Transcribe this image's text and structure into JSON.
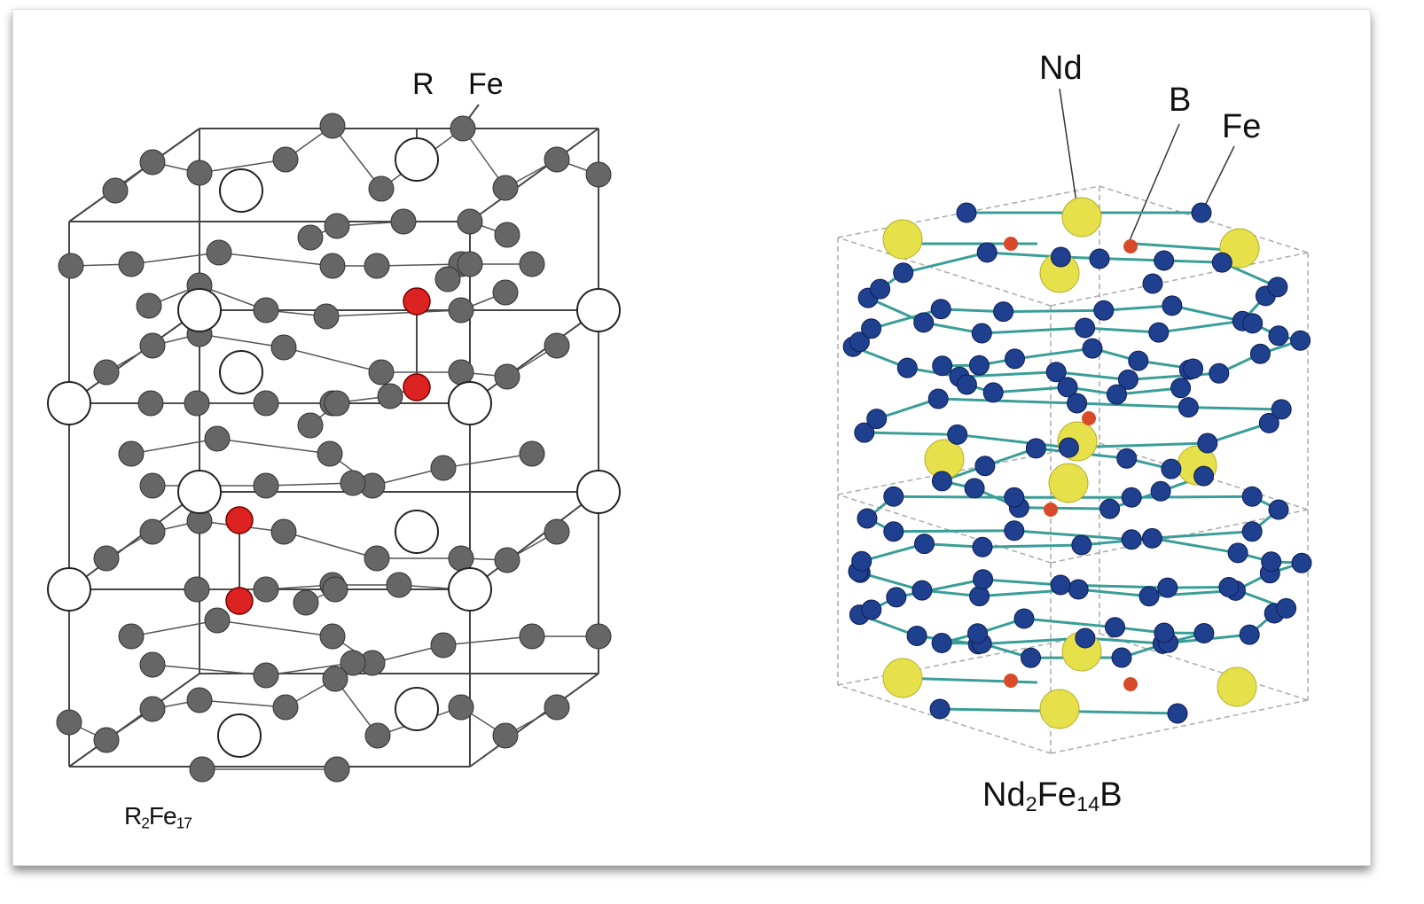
{
  "left_structure": {
    "labels": {
      "r": "R",
      "fe": "Fe"
    },
    "formula": {
      "a": "R",
      "a_sub": "2",
      "b": "Fe",
      "b_sub": "17"
    },
    "colors": {
      "r_atom": "#ffffff",
      "fe_atom": "#666666",
      "dumbbell_fe": "#dd2222",
      "frame": "#444444"
    }
  },
  "right_structure": {
    "labels": {
      "nd": "Nd",
      "b": "B",
      "fe": "Fe"
    },
    "formula": {
      "a": "Nd",
      "a_sub": "2",
      "b": "Fe",
      "b_sub": "14",
      "c": "B"
    },
    "colors": {
      "nd_atom": "#e6e04a",
      "fe_atom": "#1f3f8f",
      "b_atom": "#d84a2a",
      "bond": "#3a9e98",
      "frame": "#aaaaaa"
    }
  }
}
